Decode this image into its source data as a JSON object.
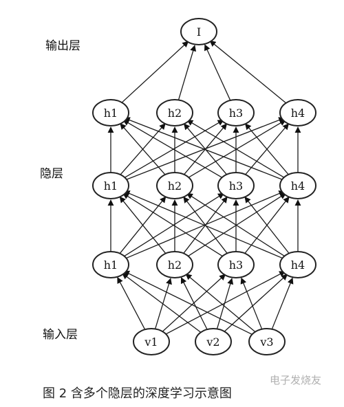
{
  "layers": {
    "output": {
      "label": "输出层",
      "nodes": [
        "I"
      ]
    },
    "hidden": {
      "label": "隐层"
    },
    "hidden_layers": [
      [
        "h1",
        "h2",
        "h3",
        "h4"
      ],
      [
        "h1",
        "h2",
        "h3",
        "h4"
      ],
      [
        "h1",
        "h2",
        "h3",
        "h4"
      ]
    ],
    "input": {
      "label": "输入层",
      "nodes": [
        "v1",
        "v2",
        "v3"
      ]
    }
  },
  "caption": "图 2   含多个隐层的深度学习示意图",
  "watermark": "电子发烧友",
  "colors": {
    "stroke": "#222222",
    "text": "#111111"
  }
}
